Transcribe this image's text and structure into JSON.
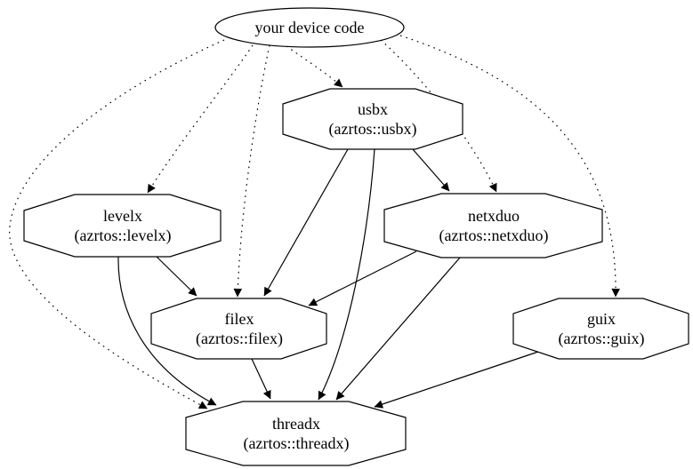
{
  "graph": {
    "background_color": "#ffffff",
    "stroke_color": "#000000",
    "text_color": "#000000",
    "nodes": [
      {
        "id": "device",
        "label": "your device code",
        "sublabel": "",
        "shape": "ellipse"
      },
      {
        "id": "usbx",
        "label": "usbx",
        "sublabel": "(azrtos::usbx)",
        "shape": "octagon"
      },
      {
        "id": "levelx",
        "label": "levelx",
        "sublabel": "(azrtos::levelx)",
        "shape": "octagon"
      },
      {
        "id": "netxduo",
        "label": "netxduo",
        "sublabel": "(azrtos::netxduo)",
        "shape": "octagon"
      },
      {
        "id": "filex",
        "label": "filex",
        "sublabel": "(azrtos::filex)",
        "shape": "octagon"
      },
      {
        "id": "guix",
        "label": "guix",
        "sublabel": "(azrtos::guix)",
        "shape": "octagon"
      },
      {
        "id": "threadx",
        "label": "threadx",
        "sublabel": "(azrtos::threadx)",
        "shape": "octagon"
      }
    ],
    "edges": [
      {
        "from": "device",
        "to": "usbx",
        "style": "dotted"
      },
      {
        "from": "device",
        "to": "levelx",
        "style": "dotted"
      },
      {
        "from": "device",
        "to": "filex",
        "style": "dotted"
      },
      {
        "from": "device",
        "to": "netxduo",
        "style": "dotted"
      },
      {
        "from": "device",
        "to": "guix",
        "style": "dotted"
      },
      {
        "from": "device",
        "to": "threadx",
        "style": "dotted"
      },
      {
        "from": "usbx",
        "to": "netxduo",
        "style": "solid"
      },
      {
        "from": "usbx",
        "to": "filex",
        "style": "solid"
      },
      {
        "from": "usbx",
        "to": "threadx",
        "style": "solid"
      },
      {
        "from": "levelx",
        "to": "filex",
        "style": "solid"
      },
      {
        "from": "levelx",
        "to": "threadx",
        "style": "solid"
      },
      {
        "from": "netxduo",
        "to": "filex",
        "style": "solid"
      },
      {
        "from": "netxduo",
        "to": "threadx",
        "style": "solid"
      },
      {
        "from": "filex",
        "to": "threadx",
        "style": "solid"
      },
      {
        "from": "guix",
        "to": "threadx",
        "style": "solid"
      }
    ]
  }
}
